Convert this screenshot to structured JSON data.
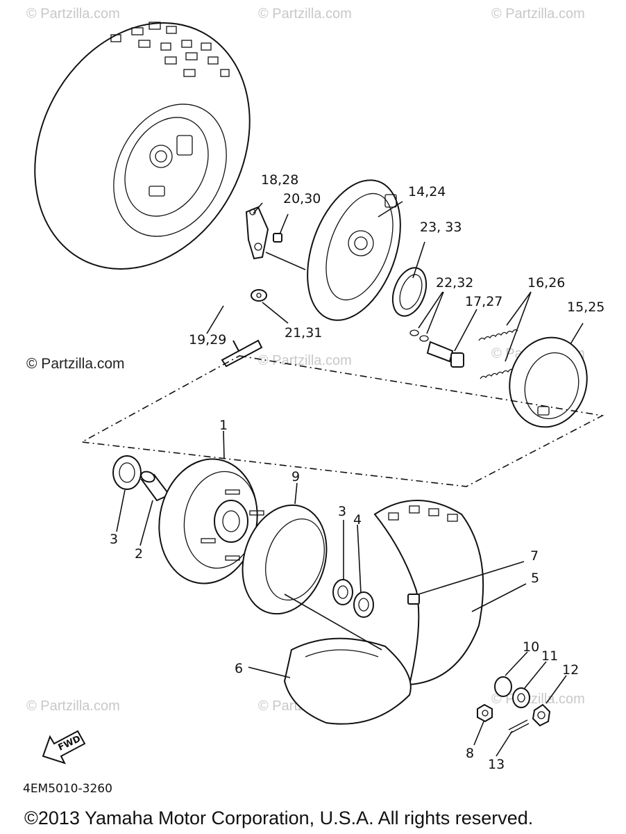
{
  "watermarks": {
    "top_left": "© Partzilla.com",
    "top_center": "© Partzilla.com",
    "top_right": "© Partzilla.com",
    "mid_left": "© Partzilla.com",
    "mid_center": "© Partzilla.com",
    "mid_right": "© Partzilla.com",
    "low_left": "© Partzilla.com",
    "low_center": "© Partzilla.com",
    "low_right": "© Partzilla.com"
  },
  "callouts": {
    "c18_28": "18,28",
    "c20_30": "20,30",
    "c14_24": "14,24",
    "c23_33": "23, 33",
    "c22_32": "22,32",
    "c16_26": "16,26",
    "c17_27": "17,27",
    "c15_25": "15,25",
    "c19_29": "19,29",
    "c21_31": "21,31",
    "c1": "1",
    "c9": "9",
    "c3a": "3",
    "c2": "2",
    "c3b": "3",
    "c4": "4",
    "c7": "7",
    "c5": "5",
    "c6": "6",
    "c10": "10",
    "c11": "11",
    "c12": "12",
    "c8": "8",
    "c13": "13"
  },
  "fwd_label": "FWD",
  "diagram_code": "4EM5010-3260",
  "copyright": "©2013 Yamaha Motor Corporation, U.S.A. All rights reserved."
}
